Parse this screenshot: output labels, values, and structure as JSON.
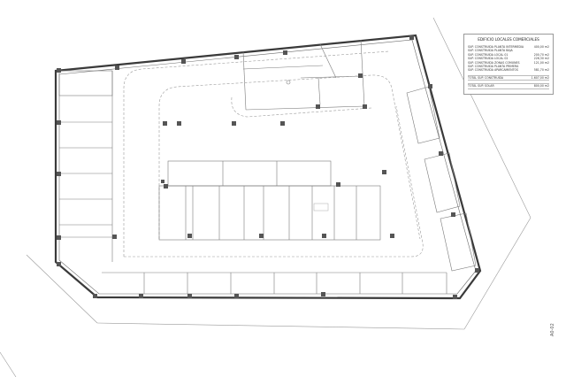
{
  "legend": {
    "title": "EDIFICIO LOCALES COMERCIALES",
    "rows": [
      {
        "label": "SUP. CONSTRUIDA PLANTA INTERMEDIA",
        "value": "400,00 m2"
      },
      {
        "label": "SUP. CONSTRUIDA PLANTA BAJA",
        "value": ""
      },
      {
        "label": "SUP. CONSTRUIDA LOCAL 01",
        "value": "200,70 m2"
      },
      {
        "label": "SUP. CONSTRUIDA LOCAL 02",
        "value": "226,30 m2"
      },
      {
        "label": "SUP. CONSTRUIDA ZONAS COMUNES",
        "value": "121,00 m2"
      },
      {
        "label": "SUP. CONSTRUIDA PLANTA PRIMERA",
        "value": ""
      },
      {
        "label": "SUP. CONSTRUIDA APARCAMIENTOS",
        "value": "581,70 m2"
      }
    ],
    "total_built_label": "TOTAL SUP. CONSTRUIDA",
    "total_built_value": "1.607,00 m2",
    "total_plot_label": "TOTAL SUP. SOLAR",
    "total_plot_value": "800,00 m2"
  },
  "plan_code": "A0-02",
  "colors": {
    "line": "#3a3a3a",
    "thin": "#7a7a7a",
    "marker": "#555555"
  }
}
